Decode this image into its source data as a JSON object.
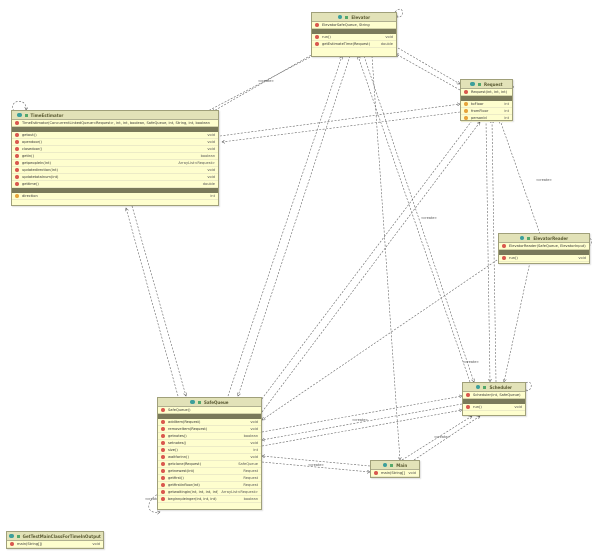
{
  "classes": {
    "elevator": {
      "name": "Elevator",
      "ctor": "ElevatorSafeQueue, String",
      "methods": [
        {
          "name": "run()",
          "type": "void"
        },
        {
          "name": "getEstimateTime(Request)",
          "type": "double"
        }
      ]
    },
    "request": {
      "name": "Request",
      "ctor": "Request(int, int, int)",
      "fields": [
        {
          "name": "toFloor",
          "type": "int"
        },
        {
          "name": "fromFloor",
          "type": "int"
        },
        {
          "name": "personId",
          "type": "int"
        }
      ]
    },
    "time_estimator": {
      "name": "TimeEstimator",
      "ctor": "TimeEstimator(ConcurrentLinkedQueue<Request>, int, int, boolean, SafeQueue, int, String, int, boolean",
      "methods": [
        {
          "name": "getout()",
          "type": "void"
        },
        {
          "name": "opendoor()",
          "type": "void"
        },
        {
          "name": "closedoor()",
          "type": "void"
        },
        {
          "name": "getin()",
          "type": "boolean"
        },
        {
          "name": "getpeopleIn(int)",
          "type": "ArrayList<Request>"
        },
        {
          "name": "updatedirection(int)",
          "type": "void"
        },
        {
          "name": "updatetotalnum(int)",
          "type": "void"
        },
        {
          "name": "gettime()",
          "type": "double"
        }
      ],
      "fields": [
        {
          "name": "direction",
          "type": "int"
        }
      ]
    },
    "elevator_reader": {
      "name": "ElevatorReader",
      "ctor": "ElevatorReader(SafeQueue, ElevatorInput)",
      "methods": [
        {
          "name": "run()",
          "type": "void"
        }
      ]
    },
    "safe_queue": {
      "name": "SafeQueue",
      "ctor": "SafeQueue()",
      "methods": [
        {
          "name": "addItem(Request)",
          "type": "void"
        },
        {
          "name": "removeItem(Request)",
          "type": "void"
        },
        {
          "name": "getnotes()",
          "type": "boolean"
        },
        {
          "name": "setnotes()",
          "type": "void"
        },
        {
          "name": "size()",
          "type": "int"
        },
        {
          "name": "waitforinn()",
          "type": "void"
        },
        {
          "name": "getclone(Request)",
          "type": "SafeQueue"
        },
        {
          "name": "getnewest(int)",
          "type": "Request"
        },
        {
          "name": "getfirst()",
          "type": "Request"
        },
        {
          "name": "getfirstinfloor(int)",
          "type": "Request"
        },
        {
          "name": "getwaitingin(int, int, int, int)",
          "type": "ArrayList<Request>"
        },
        {
          "name": "beginnpleinger(int, int, int)",
          "type": "boolean"
        }
      ]
    },
    "scheduler": {
      "name": "Scheduler",
      "ctor": "Scheduler(int, SafeQueue)",
      "methods": [
        {
          "name": "run()",
          "type": "void"
        }
      ]
    },
    "main": {
      "name": "Main",
      "methods": [
        {
          "name": "main(String[])",
          "type": "void"
        }
      ]
    },
    "test_main": {
      "name": "GetTestMainClassForTimeInOutput",
      "methods": [
        {
          "name": "main(String[])",
          "type": "void"
        }
      ]
    }
  },
  "edge_labels": {
    "elevator_estimator": "«create»",
    "reader_request": "«create»",
    "request_scheduler": "«create»",
    "queue_scheduler": "«create»",
    "scheduler_main": "«create»",
    "main_queue": "«create»",
    "queue_self": "«create»",
    "elevator_scheduler": "«create»"
  },
  "colors": {
    "class_fill": "#fefece",
    "class_header": "#e2e2b8",
    "edge": "#555555"
  }
}
